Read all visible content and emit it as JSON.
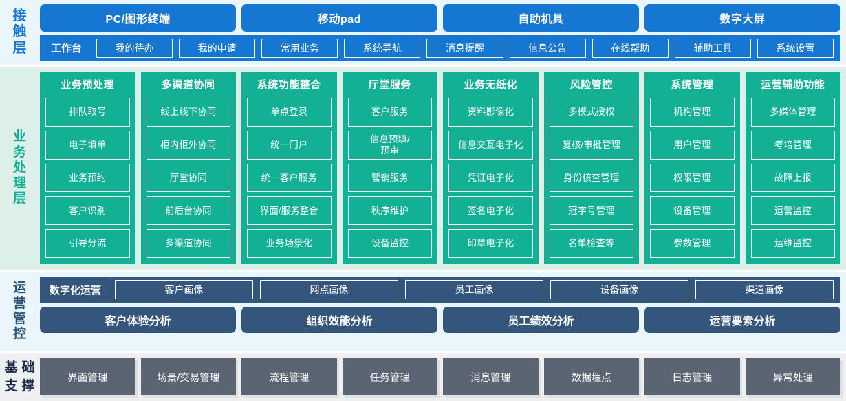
{
  "layers": {
    "contact": {
      "label": "接触层",
      "accent": "#1677d2",
      "background": "#eaf6fc",
      "channels": [
        {
          "label": "PC/图形终端"
        },
        {
          "label": "移动pad"
        },
        {
          "label": "自助机具"
        },
        {
          "label": "数字大屏"
        }
      ],
      "workbench_title": "工作台",
      "workbench_items": [
        {
          "label": "我的待办"
        },
        {
          "label": "我的申请"
        },
        {
          "label": "常用业务"
        },
        {
          "label": "系统导航"
        },
        {
          "label": "消息提醒"
        },
        {
          "label": "信息公告"
        },
        {
          "label": "在线帮助"
        },
        {
          "label": "辅助工具"
        },
        {
          "label": "系统设置"
        }
      ]
    },
    "business": {
      "label": "业务处理层",
      "accent": "#12b095",
      "background": "#ddefe9",
      "columns": [
        {
          "title": "业务预处理",
          "items": [
            "排队取号",
            "电子填单",
            "业务预约",
            "客户识别",
            "引导分流"
          ]
        },
        {
          "title": "多渠道协同",
          "items": [
            "线上线下协同",
            "柜内柜外协同",
            "厅堂协同",
            "前后台协同",
            "多渠道协同"
          ]
        },
        {
          "title": "系统功能整合",
          "items": [
            "单点登录",
            "统一门户",
            "统一客户服务",
            "界面/服务整合",
            "业务场景化"
          ]
        },
        {
          "title": "厅堂服务",
          "items": [
            "客户服务",
            "信息预填/\n预审",
            "营销服务",
            "秩序维护",
            "设备监控"
          ]
        },
        {
          "title": "业务无纸化",
          "items": [
            "资料影像化",
            "信息交互电子化",
            "凭证电子化",
            "签名电子化",
            "印章电子化"
          ]
        },
        {
          "title": "风险管控",
          "items": [
            "多模式授权",
            "复核/审批管理",
            "身份核查管理",
            "冠字号管理",
            "名单检查等"
          ]
        },
        {
          "title": "系统管理",
          "items": [
            "机构管理",
            "用户管理",
            "权限管理",
            "设备管理",
            "参数管理"
          ]
        },
        {
          "title": "运营辅助功能",
          "items": [
            "多媒体管理",
            "考培管理",
            "故障上报",
            "运营监控",
            "运维监控"
          ]
        }
      ]
    },
    "operations": {
      "label": "运营管控",
      "accent": "#34557c",
      "background": "#eaf6fc",
      "portrait_title": "数字化运营",
      "portrait_items": [
        {
          "label": "客户画像"
        },
        {
          "label": "网点画像"
        },
        {
          "label": "员工画像"
        },
        {
          "label": "设备画像"
        },
        {
          "label": "渠道画像"
        }
      ],
      "analysis_items": [
        {
          "label": "客户体验分析"
        },
        {
          "label": "组织效能分析"
        },
        {
          "label": "员工绩效分析"
        },
        {
          "label": "运营要素分析"
        }
      ]
    },
    "base": {
      "label": "基础支撑",
      "accent": "#5b6473",
      "background": "#edeff1",
      "items": [
        {
          "label": "界面管理"
        },
        {
          "label": "场景/交易管理"
        },
        {
          "label": "流程管理"
        },
        {
          "label": "任务管理"
        },
        {
          "label": "消息管理"
        },
        {
          "label": "数据埋点"
        },
        {
          "label": "日志管理"
        },
        {
          "label": "异常处理"
        }
      ]
    }
  }
}
